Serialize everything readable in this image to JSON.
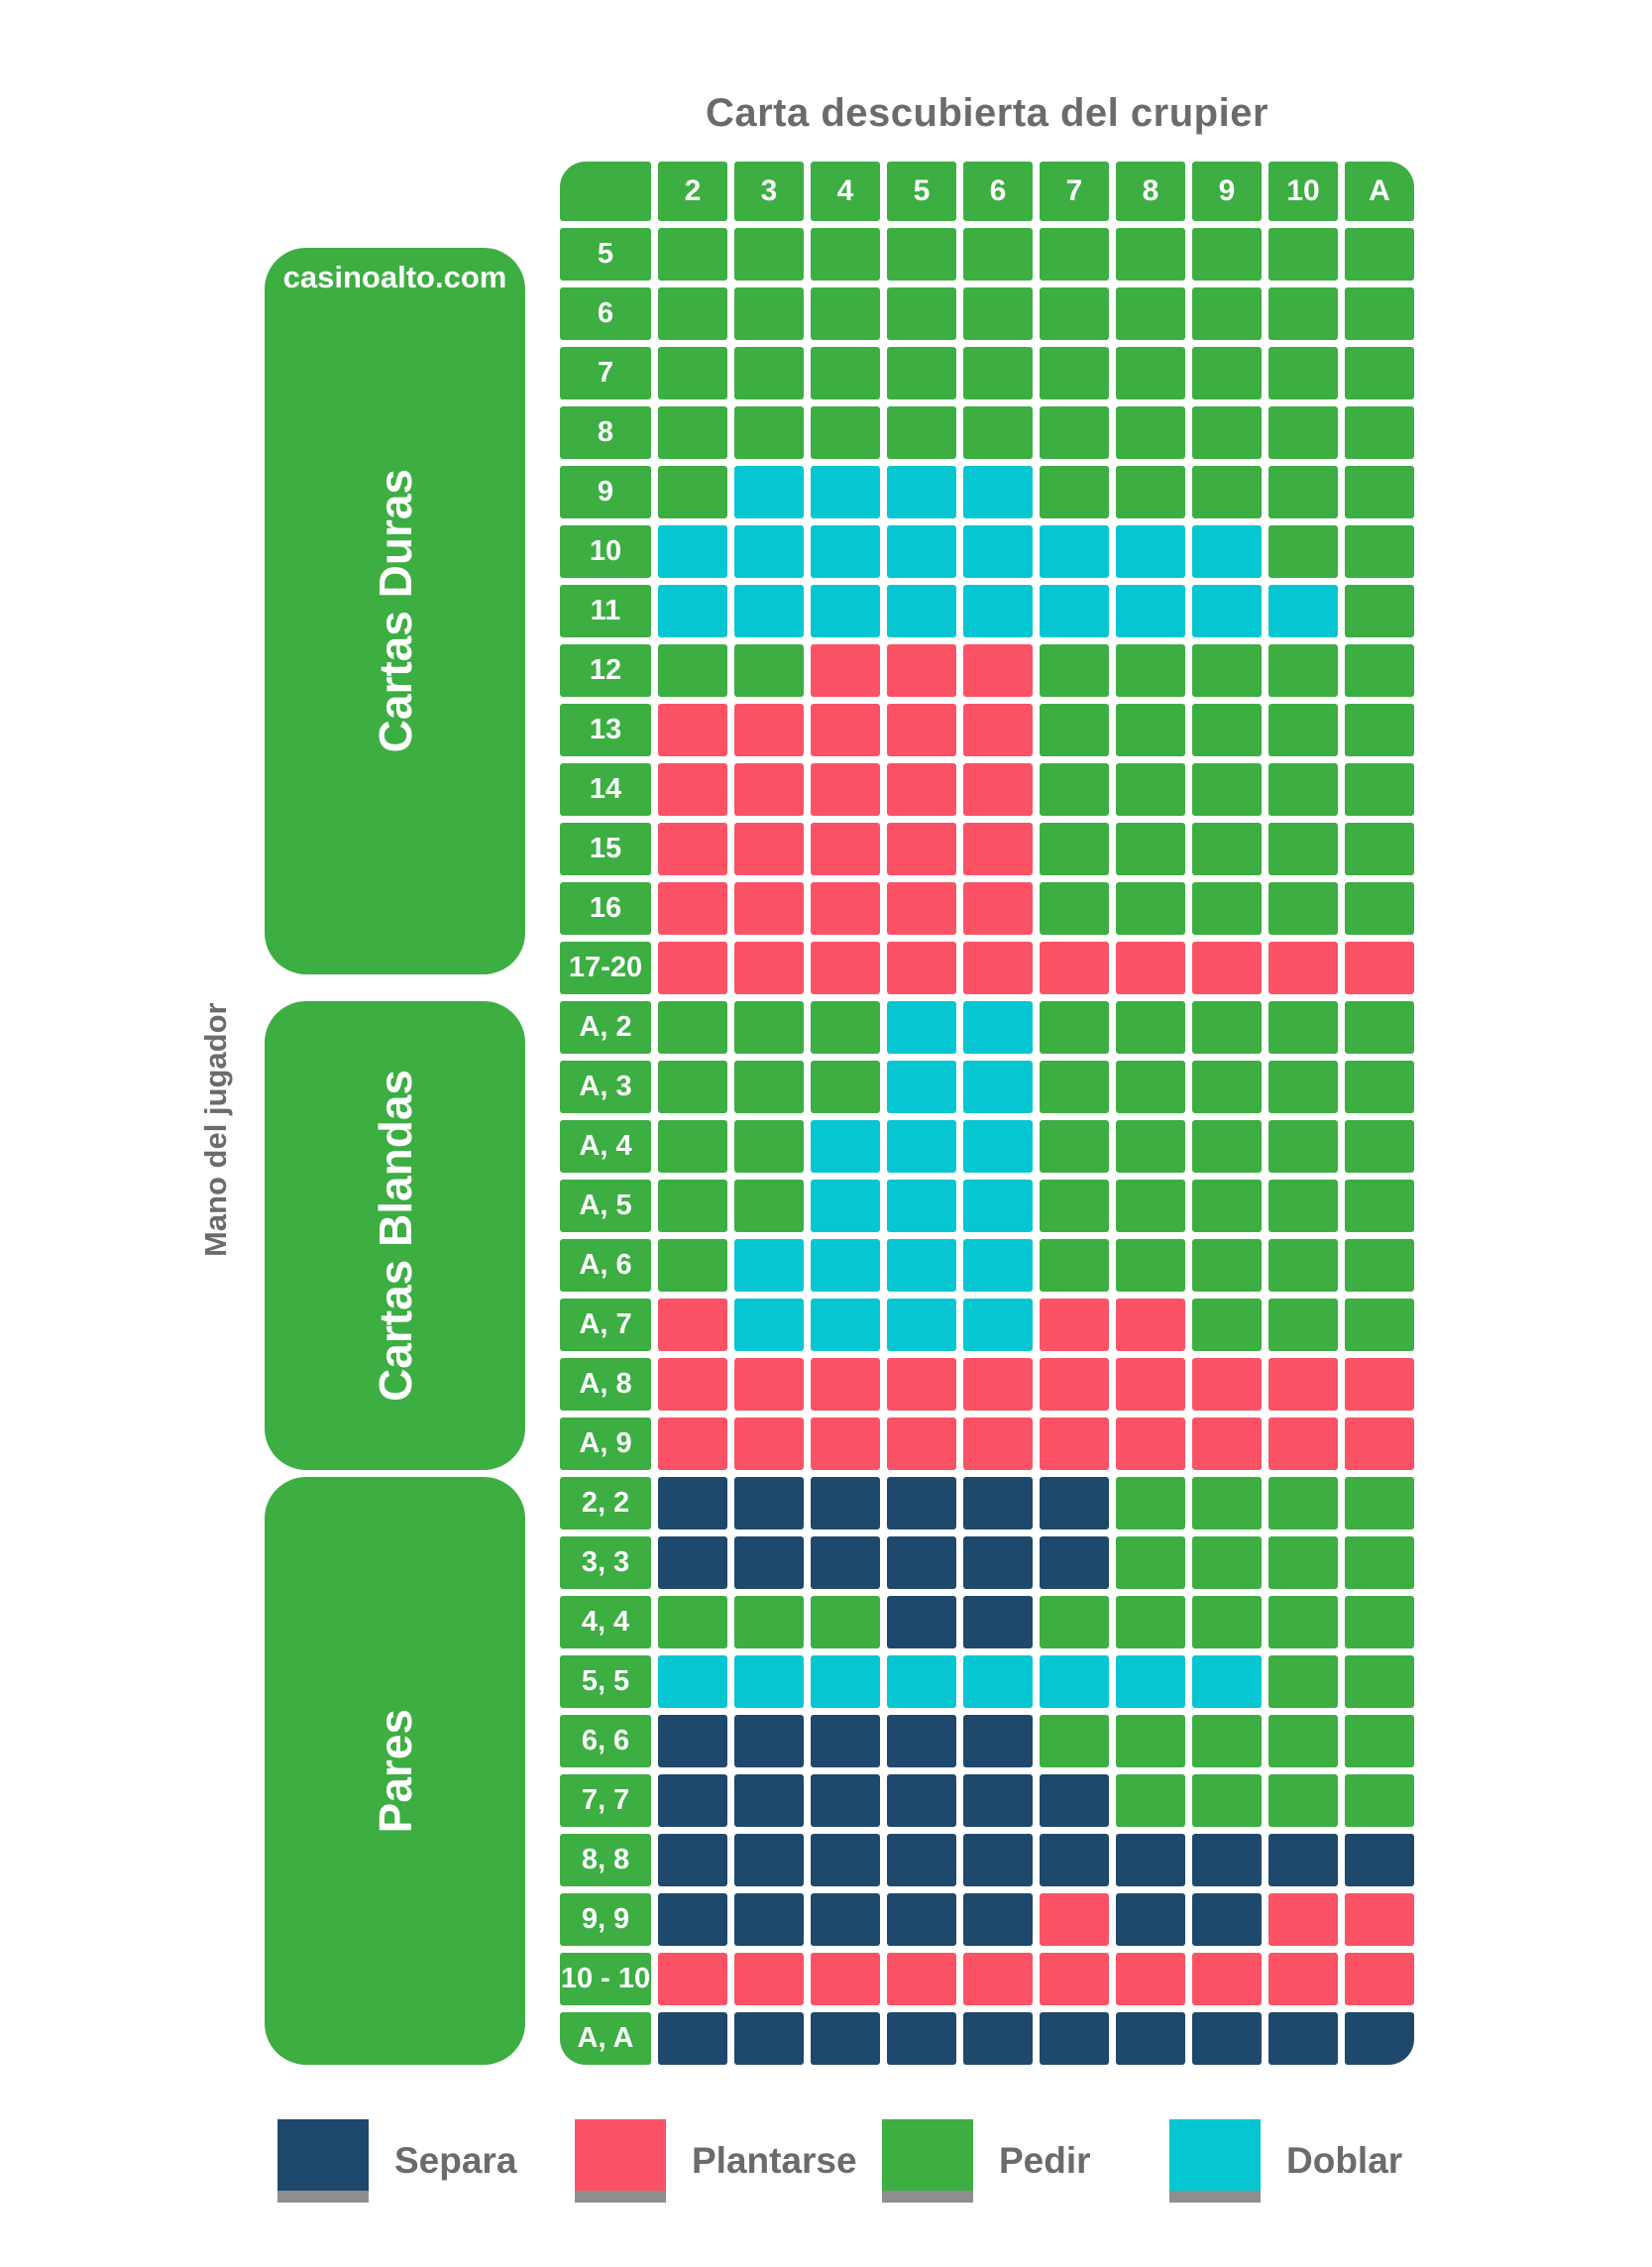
{
  "title": "Carta descubierta del crupier",
  "logo": "casinoalto.com",
  "side_label": "Mano del jugador",
  "colors": {
    "green_pedir": "#3CAE42",
    "cyan_doblar": "#06C6D2",
    "pink_plantarse": "#FB5266",
    "navy_separa": "#1E486C",
    "text_grey": "#6B6B6B",
    "legend_shadow_grey": "#8E8E8E"
  },
  "legend": [
    {
      "label": "Separa",
      "color": "#1E486C"
    },
    {
      "label": "Plantarse",
      "color": "#FB5266"
    },
    {
      "label": "Pedir",
      "color": "#3CAE42"
    },
    {
      "label": "Doblar",
      "color": "#06C6D2"
    }
  ],
  "chart_data": {
    "type": "heatmap",
    "title": "Carta descubierta del crupier",
    "columns": [
      "2",
      "3",
      "4",
      "5",
      "6",
      "7",
      "8",
      "9",
      "10",
      "A"
    ],
    "code_map": {
      "G": "Pedir",
      "C": "Doblar",
      "R": "Plantarse",
      "B": "Separa"
    },
    "groups": [
      {
        "name": "Cartas Duras",
        "rows": [
          {
            "label": "5",
            "cells": "GGGGGGGGGG"
          },
          {
            "label": "6",
            "cells": "GGGGGGGGGG"
          },
          {
            "label": "7",
            "cells": "GGGGGGGGGG"
          },
          {
            "label": "8",
            "cells": "GGGGGGGGGG"
          },
          {
            "label": "9",
            "cells": "GCCCCGGGGG"
          },
          {
            "label": "10",
            "cells": "CCCCCCCCGG"
          },
          {
            "label": "11",
            "cells": "CCCCCCCCCG"
          },
          {
            "label": "12",
            "cells": "GGRRRGGGGG"
          },
          {
            "label": "13",
            "cells": "RRRRRGGGGG"
          },
          {
            "label": "14",
            "cells": "RRRRRGGGGG"
          },
          {
            "label": "15",
            "cells": "RRRRRGGGGG"
          },
          {
            "label": "16",
            "cells": "RRRRRGGGGG"
          },
          {
            "label": "17-20",
            "cells": "RRRRRRRRRR"
          }
        ]
      },
      {
        "name": "Cartas Blandas",
        "rows": [
          {
            "label": "A, 2",
            "cells": "GGGCCGGGGG"
          },
          {
            "label": "A, 3",
            "cells": "GGGCCGGGGG"
          },
          {
            "label": "A, 4",
            "cells": "GGCCCGGGGG"
          },
          {
            "label": "A, 5",
            "cells": "GGCCCGGGGG"
          },
          {
            "label": "A, 6",
            "cells": "GCCCCGGGGG"
          },
          {
            "label": "A, 7",
            "cells": "RCCCCRRGGG"
          },
          {
            "label": "A, 8",
            "cells": "RRRRRRRRRR"
          },
          {
            "label": "A, 9",
            "cells": "RRRRRRRRRR"
          }
        ]
      },
      {
        "name": "Pares",
        "rows": [
          {
            "label": "2, 2",
            "cells": "BBBBBBGGGG"
          },
          {
            "label": "3, 3",
            "cells": "BBBBBBGGGG"
          },
          {
            "label": "4, 4",
            "cells": "GGGBBGGGGG"
          },
          {
            "label": "5, 5",
            "cells": "CCCCCCCCGG"
          },
          {
            "label": "6, 6",
            "cells": "BBBBBGGGGG"
          },
          {
            "label": "7, 7",
            "cells": "BBBBBBGGGG"
          },
          {
            "label": "8, 8",
            "cells": "BBBBBBBBBB"
          },
          {
            "label": "9, 9",
            "cells": "BBBBBRBBRR"
          },
          {
            "label": "10 - 10",
            "cells": "RRRRRRRRRR"
          },
          {
            "label": "A, A",
            "cells": "BBBBBBBBBB"
          }
        ]
      }
    ],
    "legend_position": "bottom",
    "grid": "white gaps between cells"
  }
}
